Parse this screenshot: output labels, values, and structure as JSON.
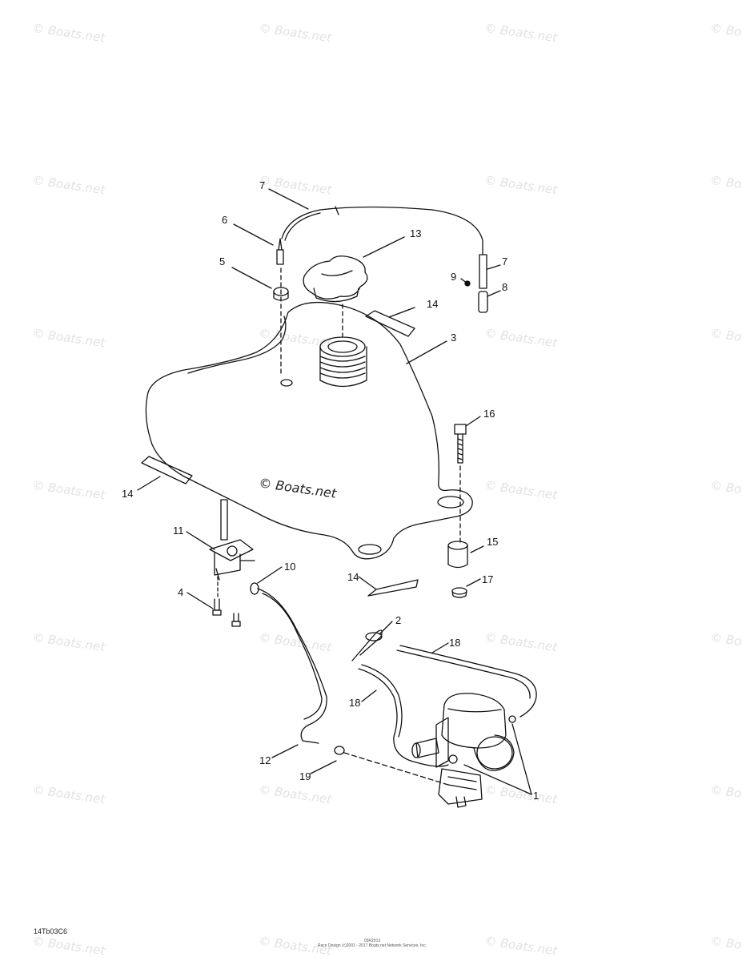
{
  "watermark_text": "© Boats.net",
  "center_mark": "© Boats.net",
  "reference_code": "14Tb03C6",
  "footer": {
    "line1": "03R2013",
    "line2": "Race Design (c)2001 - 2017 Boats.net Network Services, Inc."
  },
  "callouts": [
    {
      "id": "c7a",
      "label": "7"
    },
    {
      "id": "c6",
      "label": "6"
    },
    {
      "id": "c13",
      "label": "13"
    },
    {
      "id": "c5",
      "label": "5"
    },
    {
      "id": "c7b",
      "label": "7"
    },
    {
      "id": "c9",
      "label": "9"
    },
    {
      "id": "c8",
      "label": "8"
    },
    {
      "id": "c14a",
      "label": "14"
    },
    {
      "id": "c3",
      "label": "3"
    },
    {
      "id": "c16",
      "label": "16"
    },
    {
      "id": "c14b",
      "label": "14"
    },
    {
      "id": "c11",
      "label": "11"
    },
    {
      "id": "c15",
      "label": "15"
    },
    {
      "id": "c10",
      "label": "10"
    },
    {
      "id": "c14c",
      "label": "14"
    },
    {
      "id": "c17",
      "label": "17"
    },
    {
      "id": "c4",
      "label": "4"
    },
    {
      "id": "c2",
      "label": "2"
    },
    {
      "id": "c18a",
      "label": "18"
    },
    {
      "id": "c18b",
      "label": "18"
    },
    {
      "id": "c12",
      "label": "12"
    },
    {
      "id": "c19",
      "label": "19"
    },
    {
      "id": "c1",
      "label": "1"
    }
  ]
}
